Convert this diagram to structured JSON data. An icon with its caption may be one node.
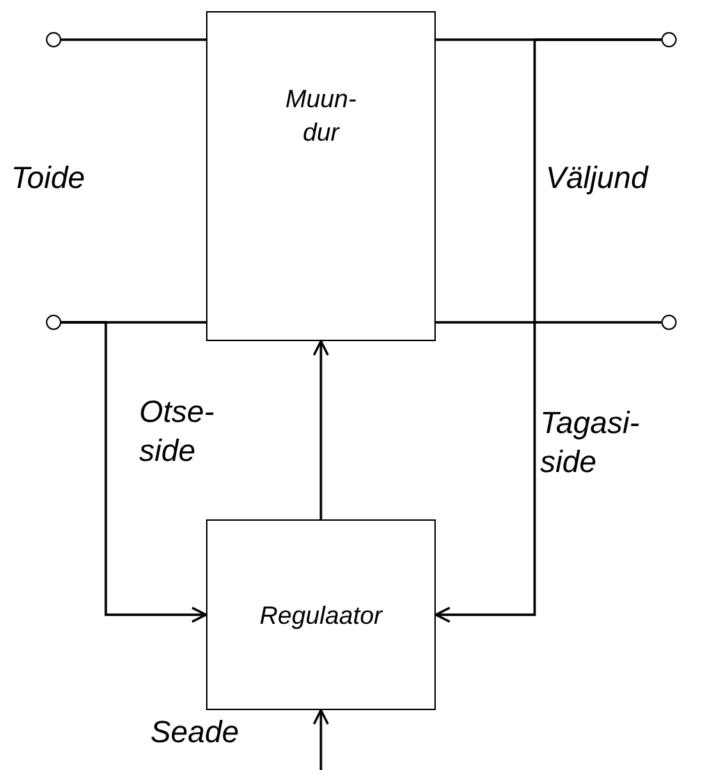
{
  "diagram": {
    "nodes": [
      {
        "text": [],
        "shape": "circle"
      },
      {
        "text": [],
        "shape": "circle"
      },
      {
        "text": [
          "Muun- dur"
        ]
      },
      {
        "text": [],
        "shape": "circle"
      },
      {
        "text": [],
        "shape": "circle"
      },
      {
        "text": [
          "Regulaator"
        ]
      }
    ],
    "edges": [
      {
        "from": 0,
        "to": 2,
        "arrow": "none"
      },
      {
        "from": 1,
        "to": 2,
        "arrow": "none"
      },
      {
        "from": 2,
        "to": 3,
        "arrow": "none"
      },
      {
        "from": 2,
        "to": 4,
        "arrow": "none"
      },
      {
        "from": 1,
        "to": 5,
        "arrow": "to",
        "label": "Otse- side"
      },
      {
        "from": 3,
        "to": 5,
        "arrow": "to",
        "label": "Tagasi- side"
      },
      {
        "from": 5,
        "to": 2,
        "arrow": "to"
      },
      {
        "from": null,
        "to": 5,
        "arrow": "to"
      }
    ],
    "labels": [
      "Toide",
      "Väljund",
      "Seade"
    ]
  }
}
